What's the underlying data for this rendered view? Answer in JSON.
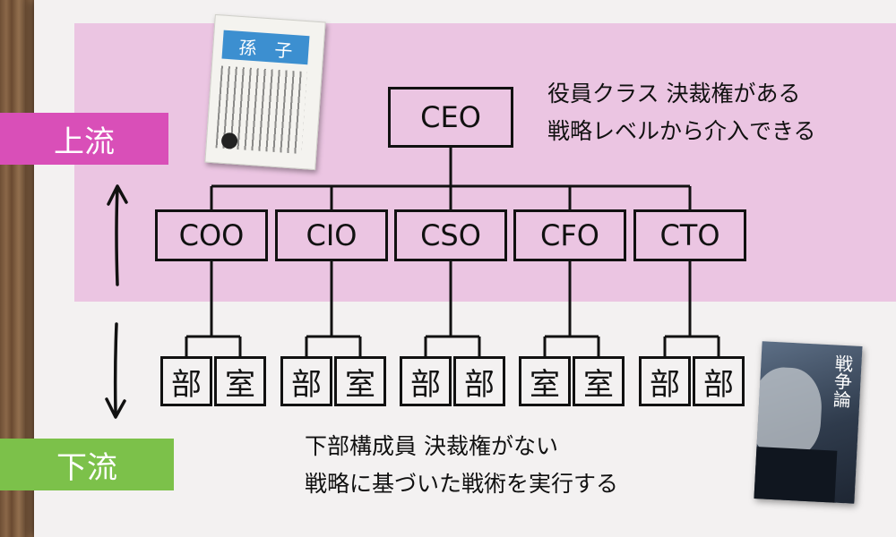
{
  "tags": {
    "upstream": "上流",
    "downstream": "下流"
  },
  "ceo": "CEO",
  "executives": [
    "COO",
    "CIO",
    "CSO",
    "CFO",
    "CTO"
  ],
  "departments": [
    "部",
    "室",
    "部",
    "室",
    "部",
    "部",
    "室",
    "室",
    "部",
    "部"
  ],
  "notes": {
    "top": [
      "役員クラス 決裁権がある",
      "戦略レベルから介入できる"
    ],
    "bottom": [
      "下部構成員 決裁権がない",
      "戦略に基づいた戦術を実行する"
    ]
  },
  "books": {
    "book1_title": "孫　子",
    "book2_title": "戦争論"
  },
  "colors": {
    "upstream_band": "#ebc5e2",
    "upstream_tag": "#d94fb8",
    "downstream_tag": "#7cc14a",
    "lines": "#111111"
  }
}
